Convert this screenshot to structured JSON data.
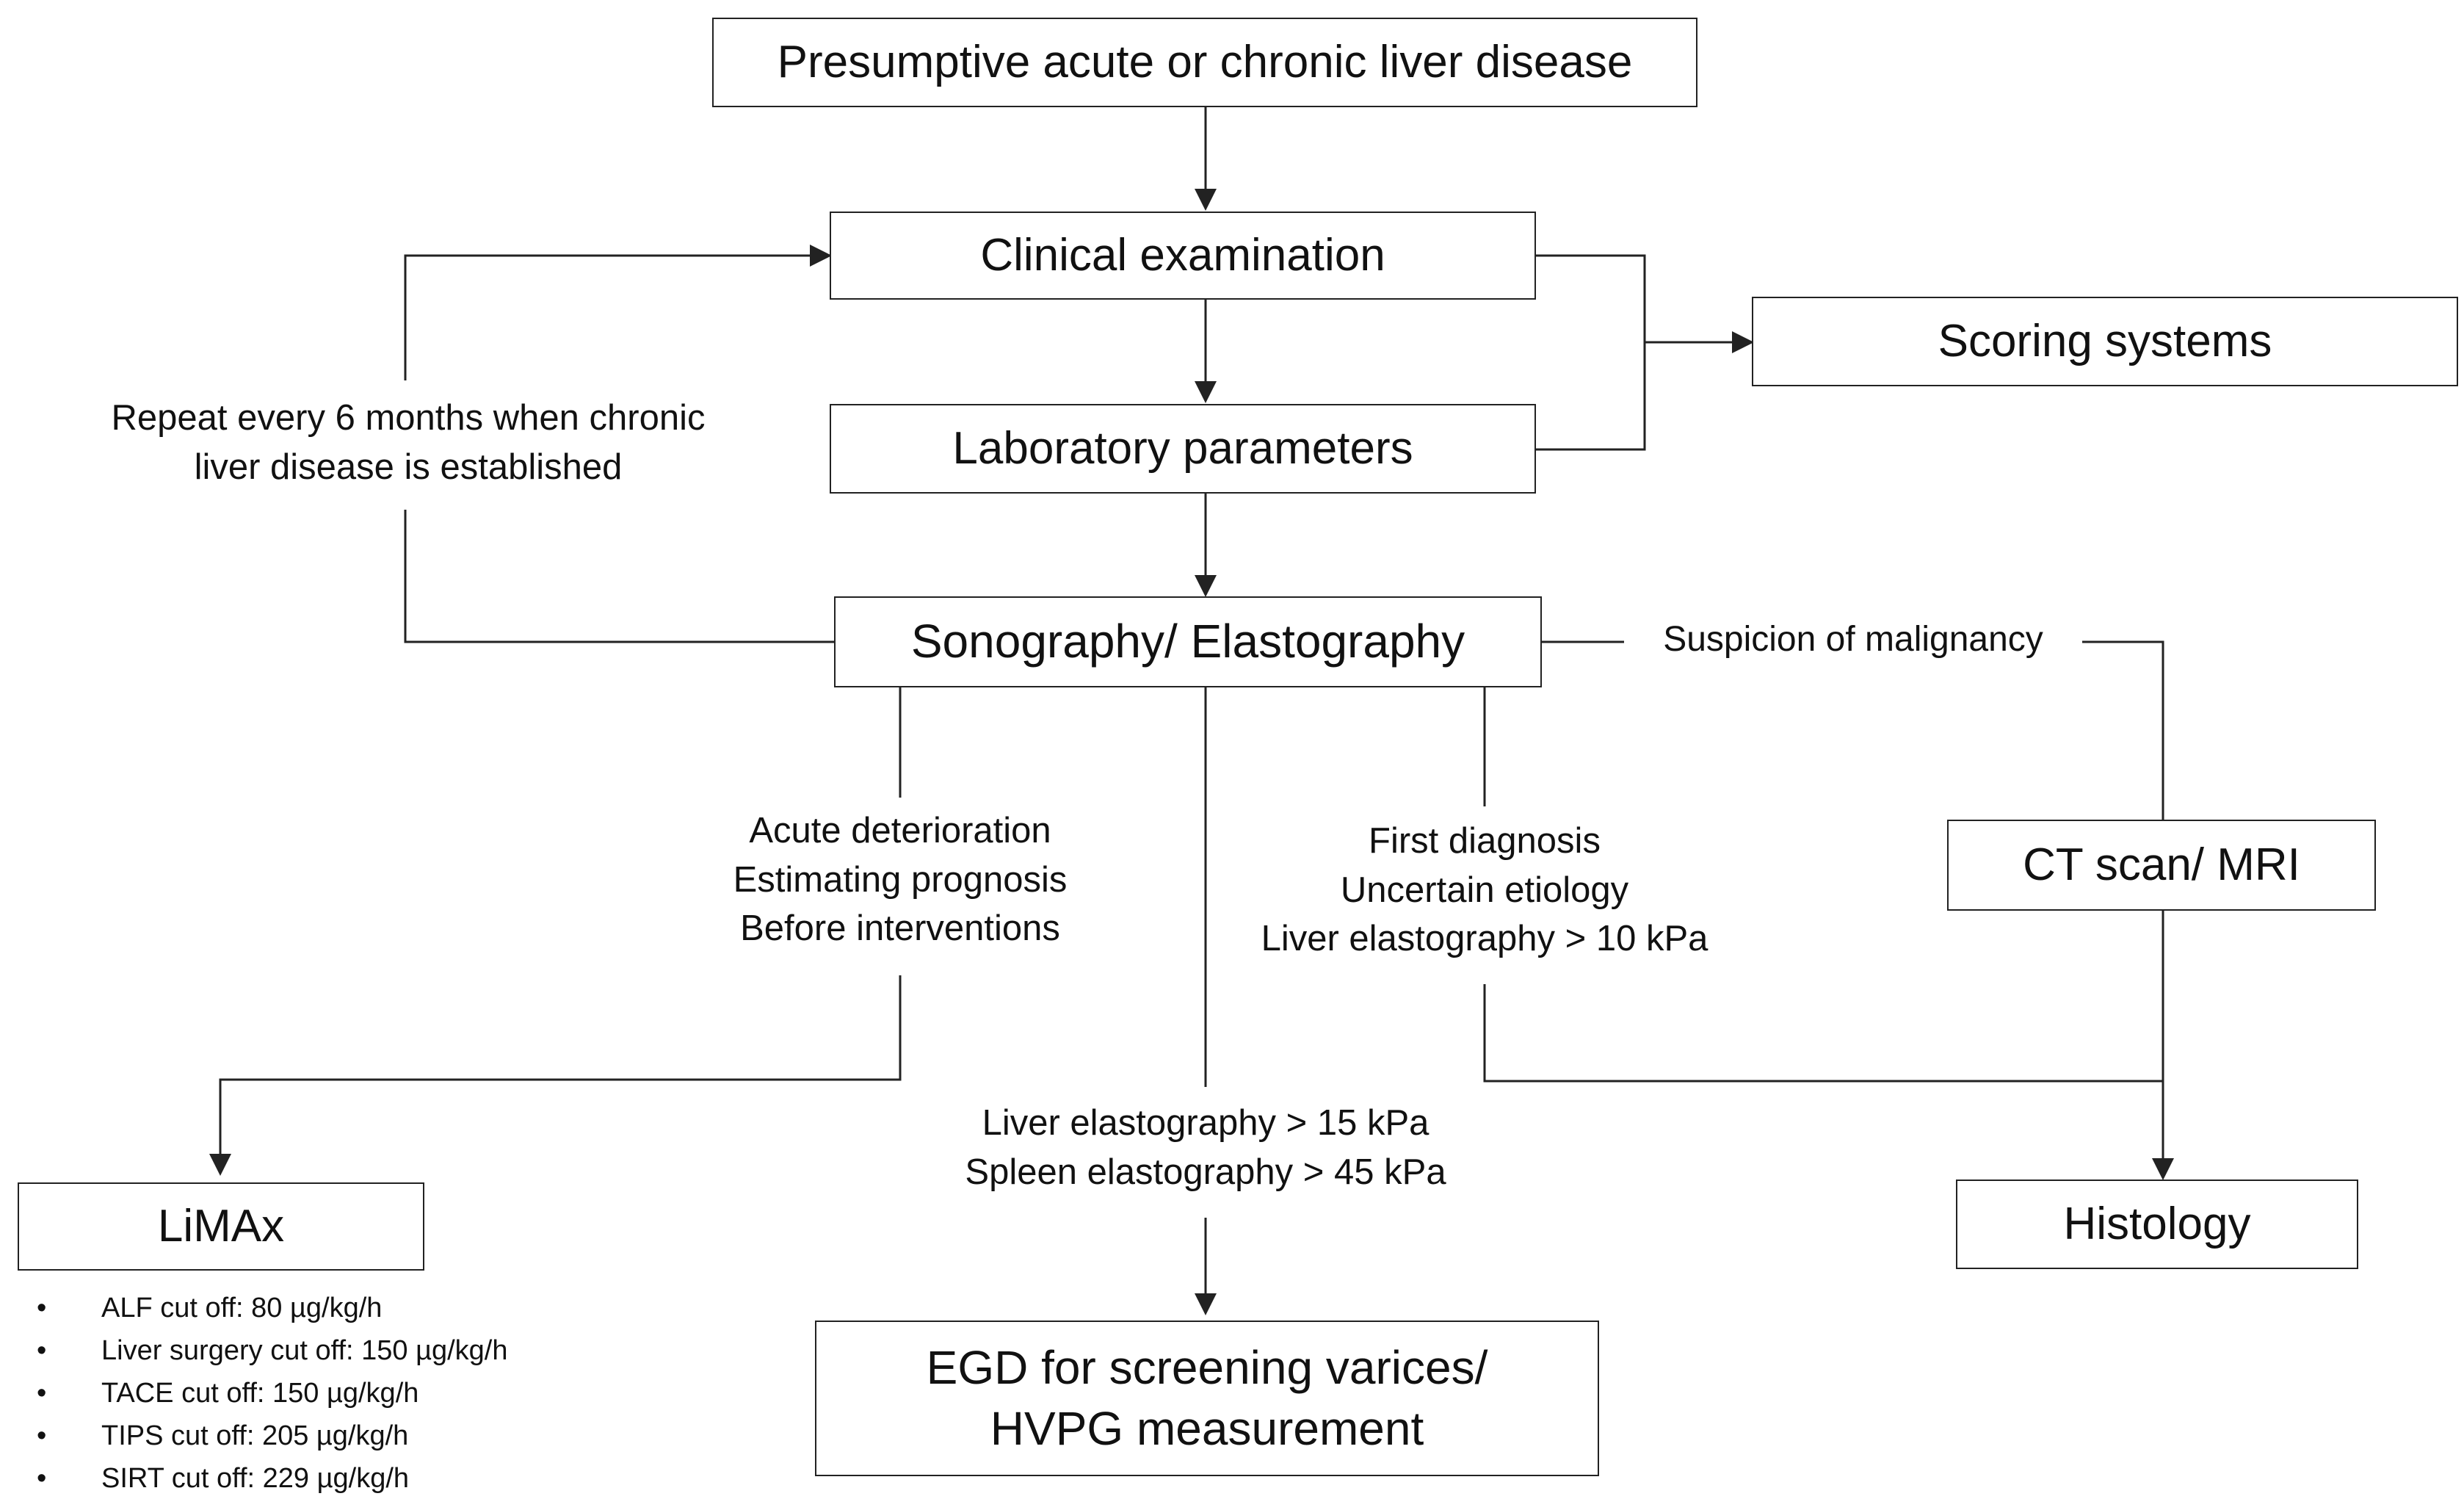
{
  "nodes": {
    "start": "Presumptive acute or chronic liver disease",
    "clinical": "Clinical examination",
    "lab": "Laboratory parameters",
    "scoring": "Scoring systems",
    "sono": "Sonography/ Elastography",
    "ct": "CT scan/ MRI",
    "limax": "LiMAx",
    "histology": "Histology",
    "egd_line1": "EGD for screening varices/",
    "egd_line2": "HVPG measurement"
  },
  "labels": {
    "repeat_line1": "Repeat every 6 months when chronic",
    "repeat_line2": "liver disease is established",
    "malignancy": "Suspicion of malignancy",
    "acute": [
      "Acute deterioration",
      "Estimating prognosis",
      "Before interventions"
    ],
    "first": [
      "First diagnosis",
      "Uncertain etiology",
      "Liver elastography > 10 kPa"
    ],
    "elasto": [
      "Liver elastography > 15 kPa",
      "Spleen elastography > 45 kPa"
    ]
  },
  "limax_cutoffs": [
    "ALF cut off: 80 µg/kg/h",
    "Liver surgery cut off: 150 µg/kg/h",
    "TACE cut off: 150 µg/kg/h",
    "TIPS cut off: 205 µg/kg/h",
    "SIRT cut off: 229 µg/kg/h"
  ]
}
